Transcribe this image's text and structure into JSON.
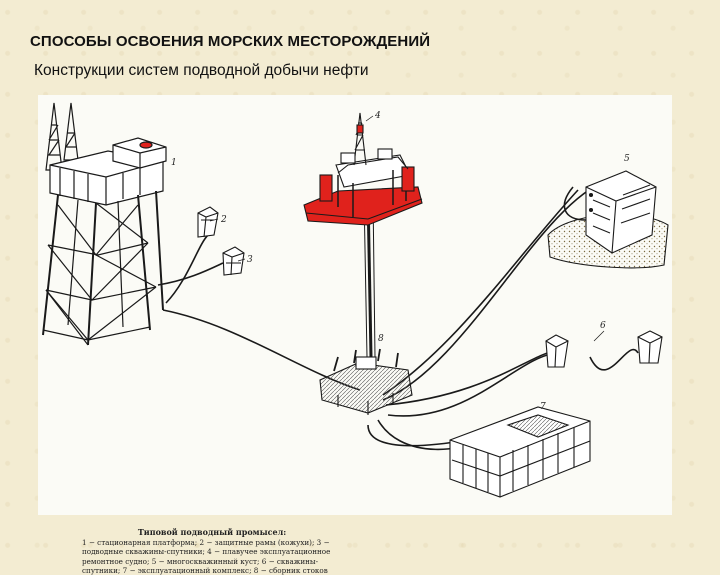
{
  "slide": {
    "title": "СПОСОБЫ ОСВОЕНИЯ МОРСКИХ МЕСТОРОЖДЕНИЙ",
    "subtitle": "Конструкции систем подводной добычи нефти"
  },
  "figure": {
    "labels": [
      "1",
      "2",
      "3",
      "4",
      "5",
      "6",
      "7",
      "8"
    ],
    "caption_title": "Типовой подводный промысел:",
    "caption_text": "1 − стационарная платформа; 2 − защитные рамы (кожухи); 3 − подводные скважины-спутники; 4 − плавучее эксплуатационное ремонтное судно; 5 − многоскважинный куст; 6 − скважины-спутники; 7 − эксплуатационный комплекс; 8 − сборник стоков"
  },
  "colors": {
    "background": "#f3ecd2",
    "accent_red": "#e0221c",
    "line": "#1a1a1a"
  }
}
